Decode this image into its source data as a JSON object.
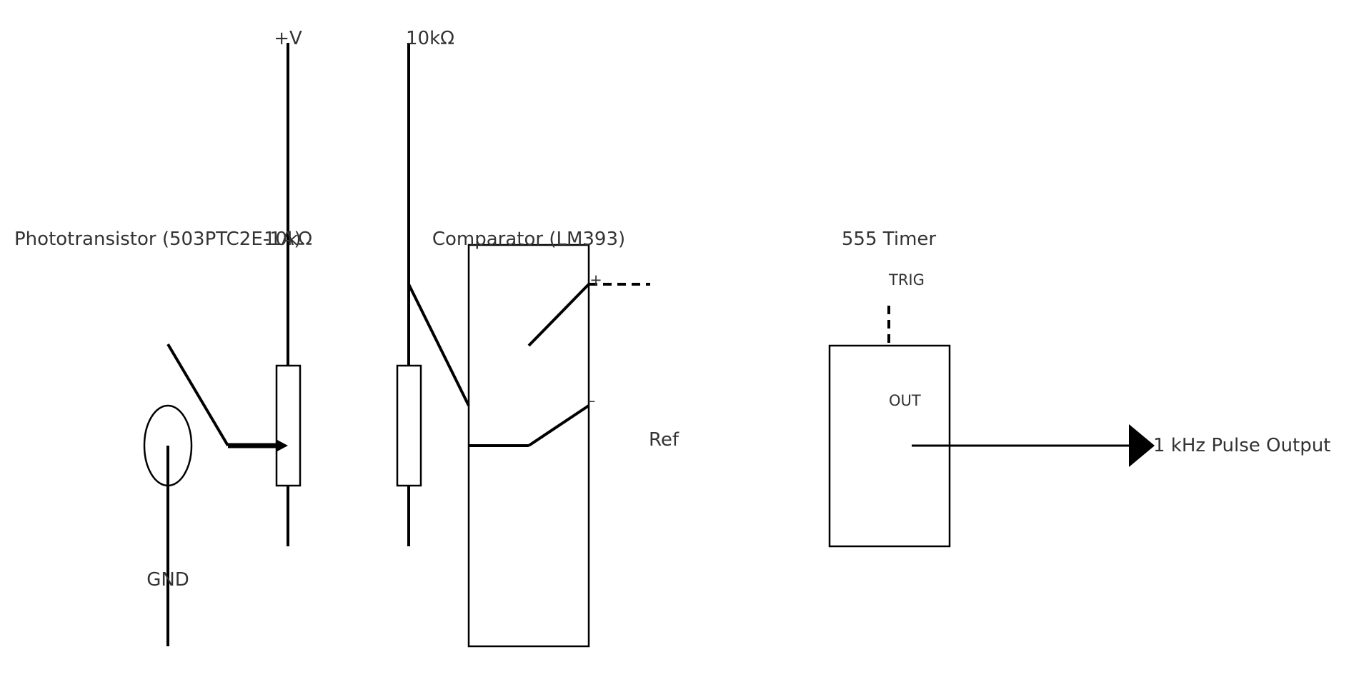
{
  "labels": {
    "supply": "+V",
    "resistor_top": "10kΩ",
    "phototransistor": "Phototransistor (503PTC2E-1A)",
    "resistor_mid": "10kΩ",
    "comparator": "Comparator (LM393)",
    "plus": "+",
    "minus": "–",
    "ref": "Ref",
    "timer": "555 Timer",
    "trig": "TRIG",
    "out": "OUT",
    "output": "1 kHz Pulse Output",
    "gnd": "GND"
  },
  "colors": {
    "line": "#000000",
    "text": "#333333",
    "background": "#ffffff"
  }
}
